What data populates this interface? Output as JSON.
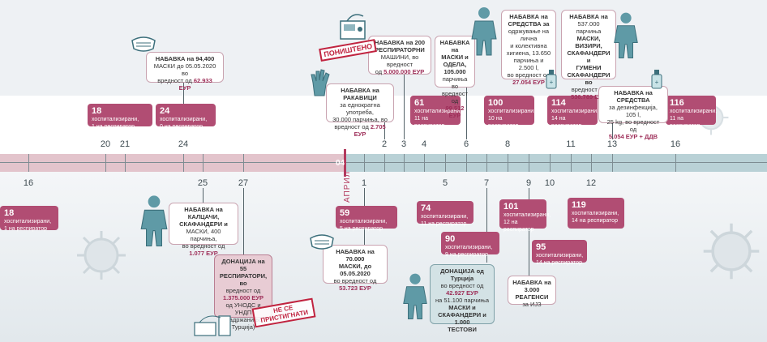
{
  "march_days": [
    "20",
    "21",
    "24",
    "16",
    "25",
    "27"
  ],
  "april_days": [
    "2",
    "3",
    "4",
    "6",
    "8",
    "11",
    "13",
    "16",
    "1",
    "5",
    "7",
    "9",
    "10",
    "12"
  ],
  "april_label": "АПРИЛ",
  "april_num": "04",
  "hosp_boxes": [
    {
      "n": "18",
      "a": "хоспитализирани,",
      "b": "1 на респиратор"
    },
    {
      "n": "24",
      "a": "хоспитализирани,",
      "b": "0 на респиратор"
    },
    {
      "n": "61",
      "a": "хоспитализирани,",
      "b": "11 на респиратор"
    },
    {
      "n": "100",
      "a": "хоспитализирани,",
      "b": "10 на респиратор"
    },
    {
      "n": "114",
      "a": "хоспитализирани,",
      "b": "14 на респиратор"
    },
    {
      "n": "116",
      "a": "хоспитализирани,",
      "b": "11 на респиратор"
    },
    {
      "n": "18",
      "a": "хоспитализирани,",
      "b": "1 на респиратор"
    },
    {
      "n": "59",
      "a": "хоспитализирани,",
      "b": "5 на респиратор"
    },
    {
      "n": "74",
      "a": "хоспитализирани,",
      "b": "11 на респиратор"
    },
    {
      "n": "90",
      "a": "хоспитализирани,",
      "b": "9 на респиратор"
    },
    {
      "n": "101",
      "a": "хоспитализирани,",
      "b": "12 на респиратор"
    },
    {
      "n": "95",
      "a": "хоспитализирани,",
      "b": "14 на респиратор"
    },
    {
      "n": "119",
      "a": "хоспитализирани,",
      "b": "14 на респиратор"
    }
  ],
  "cards": {
    "masks94": {
      "l1": "НАБАВКА на 94,400",
      "l2": "МАСКИ до 05.05.2020 во",
      "l3": "вредност од ",
      "v": "62.933 ЕУР"
    },
    "gloves": {
      "l1": "НАБАВКА на РАКАВИЦИ",
      "l2": "за еднократна употреба,",
      "l3": "30.000 парчиња, во",
      "l4": "вредност од ",
      "v": "2.705 ЕУР"
    },
    "resp200": {
      "l1": "НАБАВКА на 200",
      "l2": "РЕСПИРАТОРНИ",
      "l3": "МАШИНИ, во вредност",
      "l4": "од ",
      "v": "5.000.000 ЕУР"
    },
    "masks105": {
      "l1": "НАБАВКА на",
      "l2": "МАСКИ и",
      "l3": "ОДЕЛА, 105.000",
      "l4": "парчиња во",
      "l5": "вредност од",
      "v": "99.512 ЕУР"
    },
    "hygiene": {
      "l1": "НАБАВКА на",
      "l2": "СРЕДСТВА за",
      "l3": "одржување на лична",
      "l4": "и колективна",
      "l5": "хигиена, 13.650",
      "l6": "парчиња и 2.500 l,",
      "l7": "во вредност од",
      "v": "27.054 ЕУР"
    },
    "masks537": {
      "l1": "НАБАВКА на",
      "l2": "537.000 парчиња",
      "l3": "МАСКИ, ВИЗИРИ,",
      "l4": "СКАФАНДЕРИ и",
      "l5": "ГУМЕНИ",
      "l6": "СКАФАНДЕРИ во",
      "l7": "вредност од",
      "v": "536.789 ЕУР"
    },
    "disinf": {
      "l1": "НАБАВКА на СРЕДСТВА",
      "l2": "за дезинфекција, 105 l,",
      "l3": "25 kg, во вредност од",
      "v": "5.054 ЕУР + ДДВ"
    },
    "caps": {
      "l1": "НАБАВКА на КАЛЦАЧИ,",
      "l2": "СКАФАНДЕРИ и",
      "l3": "МАСКИ, 400 парчиња,",
      "l4": "во вредност од",
      "v": "1.077 ЕУР"
    },
    "donation55": {
      "l1": "ДОНАЦИЈА на 55",
      "l2": "РЕСПИРАТОРИ, во",
      "l3": "вредност од",
      "v": "1.375.000 ЕУР",
      "l4": "од УНОДС и УНДП",
      "l5": "(задржани во",
      "l6": "Турција)"
    },
    "masks70": {
      "l1": "НАБАВКА на 70.000",
      "l2": "МАСКИ, до 05.05.2020",
      "l3": "во вредност од",
      "v": "53.723 ЕУР"
    },
    "turkey": {
      "l1": "ДОНАЦИЈА од Турција",
      "l2": "во вредност од",
      "v": "42.927 ЕУР",
      "l3": "на 51.100 парчиња",
      "l4": "МАСКИ и",
      "l5": "СКАФАНДЕРИ и 1.000",
      "l6": "ТЕСТОВИ"
    },
    "reagents": {
      "l1": "НАБАВКА на",
      "l2": "3.000 РЕАГЕНСИ",
      "l3": "за ИЈЗ"
    }
  },
  "stamp_cancelled": "ПОНИШТЕНО",
  "stamp_not_arrived": "НЕ СЕ ПРИСТИГНАТИ"
}
